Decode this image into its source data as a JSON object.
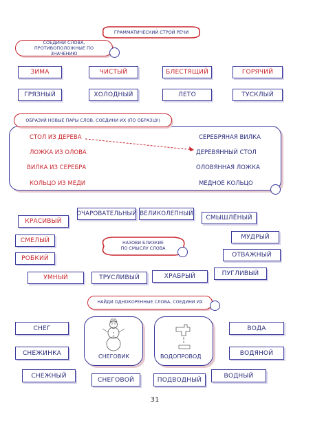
{
  "title": "ГРАММАТИЧЕСКИЙ СТРОЙ РЕЧИ",
  "section1": {
    "instruction": "СОЕДИНИ СЛОВА, ПРОТИВОПОЛОЖНЫЕ ПО ЗНАЧЕНИЮ",
    "row1": [
      "ЗИМА",
      "ЧИСТЫЙ",
      "БЛЕСТЯЩИЙ",
      "ГОРЯЧИЙ"
    ],
    "row2": [
      "ГРЯЗНЫЙ",
      "ХОЛОДНЫЙ",
      "ЛЕТО",
      "ТУСКЛЫЙ"
    ]
  },
  "section2": {
    "instruction": "ОБРАЗУЙ НОВЫЕ ПАРЫ СЛОВ, СОЕДИНИ ИХ (ПО ОБРАЗЦУ)",
    "left": [
      "СТОЛ ИЗ ДЕРЕВА",
      "ЛОЖКА ИЗ ОЛОВА",
      "ВИЛКА ИЗ СЕРЕБРА",
      "КОЛЬЦО ИЗ МЕДИ"
    ],
    "right": [
      "СЕРЕБРЯНАЯ ВИЛКА",
      "ДЕРЕВЯННЫЙ СТОЛ",
      "ОЛОВЯННАЯ ЛОЖКА",
      "МЕДНОЕ КОЛЬЦО"
    ]
  },
  "section3": {
    "instruction": "НАЗОВИ БЛИЗКИЕ ПО СМЫСЛУ СЛОВА",
    "words": [
      "КРАСИВЫЙ",
      "ОЧАРОВАТЕЛЬНЫЙ",
      "ВЕЛИКОЛЕПНЫЙ",
      "СМЫШЛЁНЫЙ",
      "СМЕЛЫЙ",
      "МУДРЫЙ",
      "РОБКИЙ",
      "ОТВАЖНЫЙ",
      "УМНЫЙ",
      "ТРУСЛИВЫЙ",
      "ХРАБРЫЙ",
      "ПУГЛИВЫЙ"
    ]
  },
  "section4": {
    "instruction": "НАЙДИ ОДНОКОРЕННЫЕ СЛОВА, СОЕДИНИ ИХ",
    "left": [
      "СНЕГ",
      "СНЕЖИНКА",
      "СНЕЖНЫЙ"
    ],
    "right": [
      "ВОДА",
      "ВОДЯНОЙ",
      "ВОДНЫЙ"
    ],
    "snowman_label": "СНЕГОВИК",
    "pipe_label": "ВОДОПРОВОД",
    "bottom": [
      "СНЕГОВОЙ",
      "ПОДВОДНЫЙ"
    ]
  },
  "page_number": "31"
}
